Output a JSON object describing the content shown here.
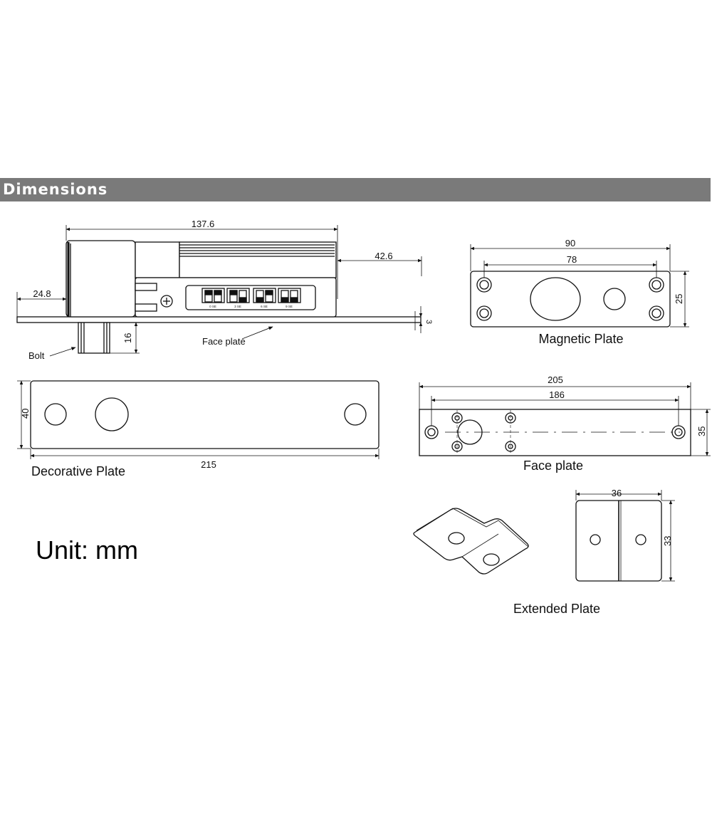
{
  "header": {
    "title": "Dimensions",
    "color": "#7a7a7a"
  },
  "unit_label": "Unit: mm",
  "lock_body": {
    "dim_length": "137.6",
    "dim_tail": "42.6",
    "dim_offset": "24.8",
    "dim_plate_thickness": "3",
    "dim_bolt": "16",
    "label_bolt": "Bolt",
    "label_face_plate": "Face plate",
    "switch_labels": [
      "0 SE",
      "3 SE",
      "6 SE",
      "9 SE"
    ]
  },
  "magnetic_plate": {
    "title": "Magnetic Plate",
    "dim_width": "90",
    "dim_holes": "78",
    "dim_height": "25"
  },
  "decorative_plate": {
    "title": "Decorative Plate",
    "dim_width": "215",
    "dim_height": "40"
  },
  "face_plate": {
    "title": "Face plate",
    "dim_width": "205",
    "dim_holes": "186",
    "dim_height": "35"
  },
  "extended_plate": {
    "title": "Extended Plate",
    "dim_width": "36",
    "dim_height": "33"
  }
}
